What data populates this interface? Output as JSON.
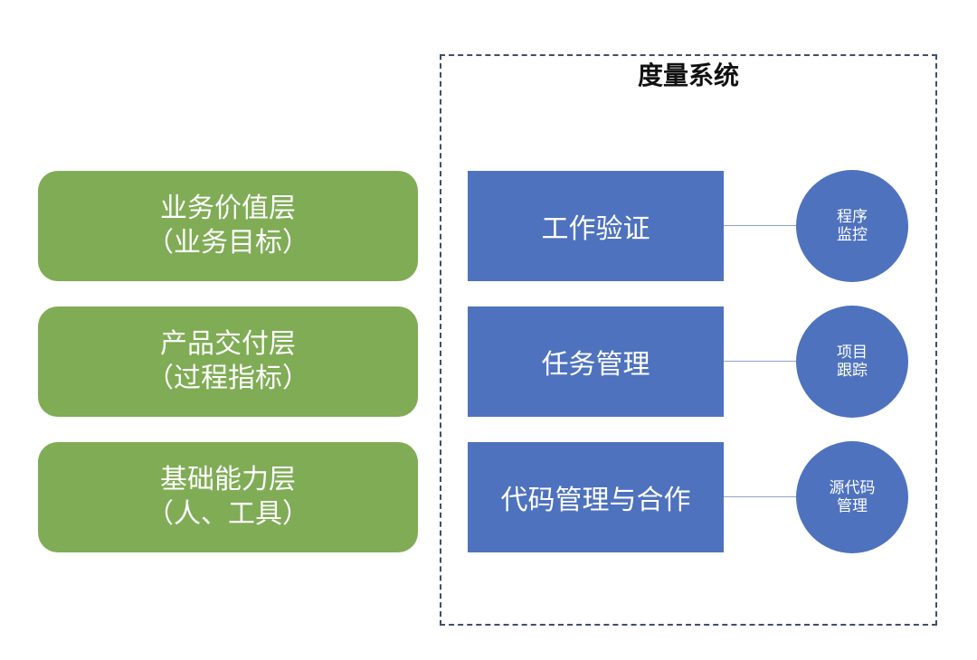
{
  "layers": [
    {
      "title": "业务价值层",
      "subtitle": "（业务目标）"
    },
    {
      "title": "产品交付层",
      "subtitle": "（过程指标）"
    },
    {
      "title": "基础能力层",
      "subtitle": "（人、工具）"
    }
  ],
  "system": {
    "title": "度量系统",
    "modules": [
      {
        "label": "工作验证",
        "circle_line1": "程序",
        "circle_line2": "监控"
      },
      {
        "label": "任务管理",
        "circle_line1": "项目",
        "circle_line2": "跟踪"
      },
      {
        "label": "代码管理与合作",
        "circle_line1": "源代码",
        "circle_line2": "管理"
      }
    ]
  },
  "colors": {
    "layer_fill": "#7fac55",
    "module_fill": "#4e72be",
    "frame_border": "#3d4f70"
  }
}
